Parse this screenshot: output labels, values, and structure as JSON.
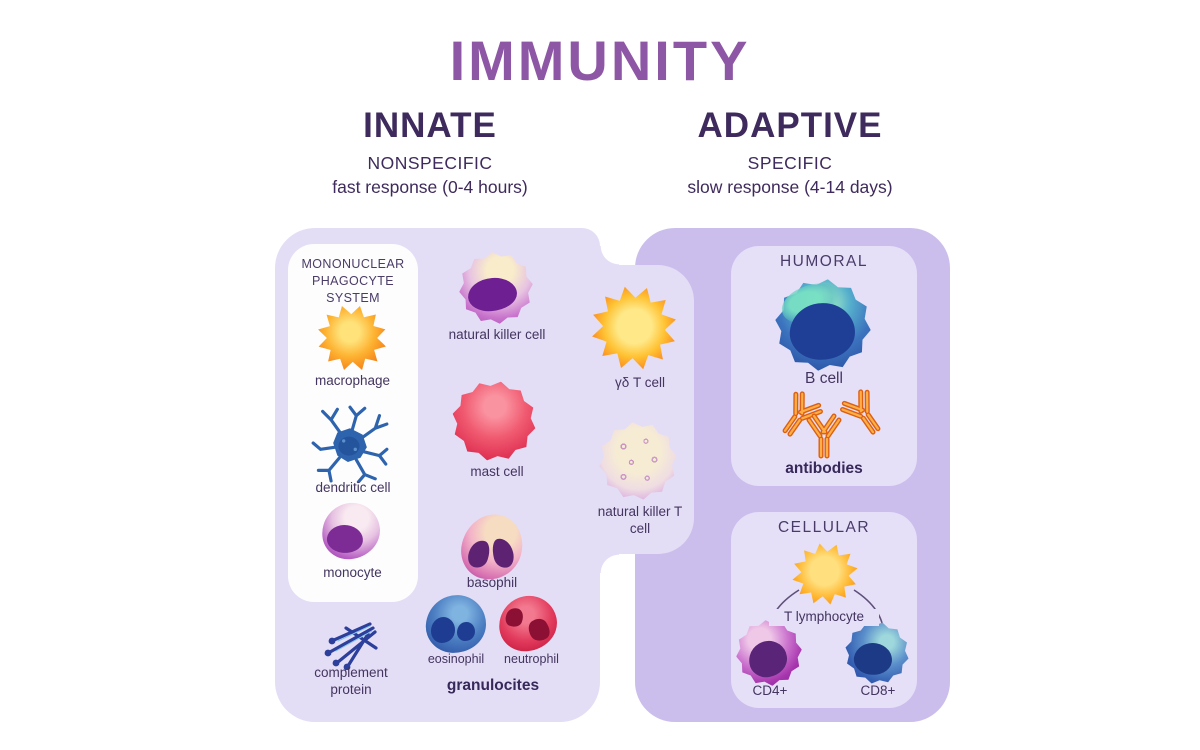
{
  "header": {
    "title": "IMMUNITY",
    "innate": {
      "name": "INNATE",
      "type": "NONSPECIFIC",
      "response": "fast response (0-4 hours)"
    },
    "adaptive": {
      "name": "ADAPTIVE",
      "type": "SPECIFIC",
      "response": "slow response (4-14 days)"
    }
  },
  "innate_panel": {
    "mononuclear_box": {
      "title": "MONONUCLEAR PHAGOCYTE SYSTEM",
      "macrophage_label": "macrophage",
      "dendritic_label": "dendritic cell",
      "monocyte_label": "monocyte"
    },
    "natural_killer_label": "natural killer cell",
    "mast_cell_label": "mast cell",
    "basophil_label": "basophil",
    "eosinophil_label": "eosinophil",
    "neutrophil_label": "neutrophil",
    "granulocytes_label": "granulocites",
    "complement_label": "complement protein"
  },
  "bridge": {
    "gamma_delta_label": "γδ T cell",
    "nkt_label": "natural killer T cell"
  },
  "adaptive_panel": {
    "humoral": {
      "title": "HUMORAL",
      "b_cell_label": "B cell",
      "antibodies_label": "antibodies"
    },
    "cellular": {
      "title": "CELLULAR",
      "t_lymphocyte_label": "T lymphocyte",
      "cd4_label": "CD4+",
      "cd8_label": "CD8+"
    }
  },
  "colors": {
    "title_purple": "#8E57A5",
    "heading_dark": "#3E2A5C",
    "label_dark": "#43355F",
    "innate_panel_bg": "#E4DDF6",
    "adaptive_panel_bg": "#CBBEEC",
    "inner_box_bg": "#E5DFF8",
    "white_box_bg": "#FDFDFE",
    "antibody_orange": "#F07D1A",
    "cell_orange": "#FB8C1E",
    "cell_blue": "#2F5FAE",
    "cell_purple": "#A736AE",
    "cell_red": "#E03254"
  }
}
